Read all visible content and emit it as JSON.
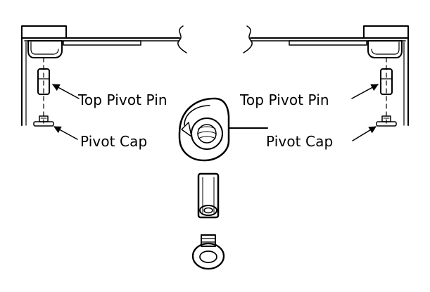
{
  "labels": {
    "left_top_pivot_pin": "Top Pivot Pin",
    "left_pivot_cap": "Pivot Cap",
    "right_top_pivot_pin": "Top Pivot Pin",
    "right_pivot_cap": "Pivot Cap"
  },
  "colors": {
    "stroke": "#000000",
    "background": "#ffffff"
  }
}
